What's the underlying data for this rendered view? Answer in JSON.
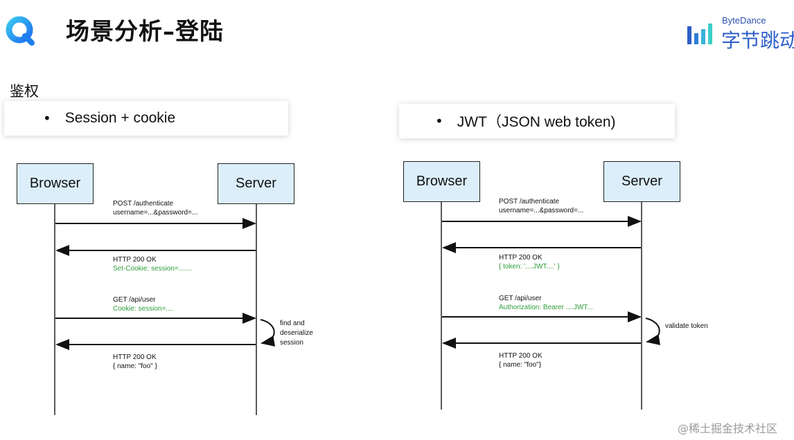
{
  "header": {
    "title": "场景分析–登陆",
    "brand_sub": "ByteDance",
    "brand_main": "字节跳动"
  },
  "section_label": "鉴权",
  "bullets": {
    "left": "Session + cookie",
    "right": "JWT（JSON web token)"
  },
  "diagrams": {
    "left": {
      "browser": "Browser",
      "server": "Server",
      "m1_line1": "POST /authenticate",
      "m1_line2": "username=...&password=...",
      "m2_line1": "HTTP 200 OK",
      "m2_line2": "Set-Cookie: session=.......",
      "m3_line1": "GET /api/user",
      "m3_line2": "Cookie: session=....",
      "note_l1": "find and",
      "note_l2": "deserialize",
      "note_l3": "session",
      "m4_line1": "HTTP 200 OK",
      "m4_line2": "{ name: \"foo\" }"
    },
    "right": {
      "browser": "Browser",
      "server": "Server",
      "m1_line1": "POST /authenticate",
      "m1_line2": "username=...&password=...",
      "m2_line1": "HTTP 200 OK",
      "m2_line2": "{ token: '....JWT....' }",
      "m3_line1": "GET /api/user",
      "m3_line2": "Authorization: Bearer ....JWT...",
      "note": "validate token",
      "m4_line1": "HTTP 200 OK",
      "m4_line2": "{ name: \"foo\"}"
    }
  },
  "watermark": "@稀土掘金技术社区",
  "colors": {
    "accent_blue": "#2d5ec9",
    "box_fill": "#dbeefa",
    "green_text": "#2e9c3a"
  }
}
